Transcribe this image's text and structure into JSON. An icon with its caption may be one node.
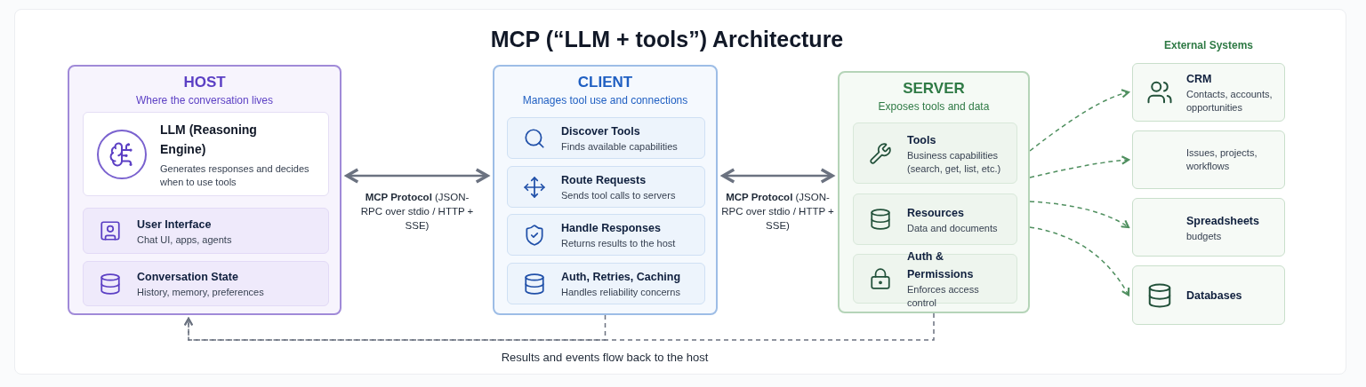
{
  "diagram": {
    "title": "MCP (“LLM + tools”) Architecture",
    "nodes": [
      {
        "text": [
          "HOST",
          "Where the conversation lives"
        ]
      },
      {
        "text": [
          "LLM (Reasoning Engine)",
          "Generates responses and decides when to use tools"
        ],
        "in": 0
      },
      {
        "text": [
          "User Interface",
          "Chat UI, apps, agents"
        ],
        "in": 0
      },
      {
        "text": [
          "Conversation State",
          "History, memory, preferences"
        ],
        "in": 0
      },
      {
        "text": [
          "CLIENT",
          "Manages tool use and connections"
        ]
      },
      {
        "text": [
          "Discover Tools",
          "Finds available capabilities"
        ],
        "in": 4
      },
      {
        "text": [
          "Route Requests",
          "Sends tool calls to servers"
        ],
        "in": 4
      },
      {
        "text": [
          "Handle Responses",
          "Returns results to the host"
        ],
        "in": 4
      },
      {
        "text": [
          "Auth, Retries, Caching",
          "Handles reliability concerns"
        ],
        "in": 4
      },
      {
        "text": [
          "SERVER",
          "Exposes tools and data"
        ]
      },
      {
        "text": [
          "Tools",
          "Business capabilities (search, get, list, etc.)"
        ],
        "in": 9
      },
      {
        "text": [
          "Resources",
          "Data and documents"
        ],
        "in": 9
      },
      {
        "text": [
          "Auth & Permissions",
          "Enforces access control"
        ],
        "in": 9
      },
      {
        "text": [
          "CRM",
          "Contacts, accounts, opportunities"
        ]
      },
      {
        "text": [
          "Issues, projects, workflows"
        ]
      },
      {
        "text": [
          "Spreadsheets",
          "budgets"
        ]
      },
      {
        "text": [
          "Databases"
        ]
      }
    ],
    "edges": [
      {
        "from": 0,
        "to": 4,
        "arrow": "both",
        "label": "**MCP Protocol** (JSON-RPC over stdio / HTTP + SSE)"
      },
      {
        "from": 4,
        "to": 9,
        "arrow": "both",
        "label": "**MCP Protocol** (JSON-RPC over stdio / HTTP + SSE)"
      },
      {
        "from": 9,
        "to": 13,
        "arrow": "to",
        "style": "dashed",
        "color": "#4f8f5f"
      },
      {
        "from": 9,
        "to": 14,
        "arrow": "to",
        "style": "dashed",
        "color": "#4f8f5f"
      },
      {
        "from": 9,
        "to": 15,
        "arrow": "to",
        "style": "dashed",
        "color": "#4f8f5f"
      },
      {
        "from": 9,
        "to": 16,
        "arrow": "to",
        "style": "dashed",
        "color": "#4f8f5f"
      },
      {
        "from": 4,
        "to": 0,
        "arrow": "to",
        "style": "dashed"
      },
      {
        "from": 9,
        "to": 0,
        "arrow": "to",
        "style": "dashed"
      }
    ],
    "labels": [
      "External Systems",
      "Results and events flow back to the host"
    ]
  }
}
